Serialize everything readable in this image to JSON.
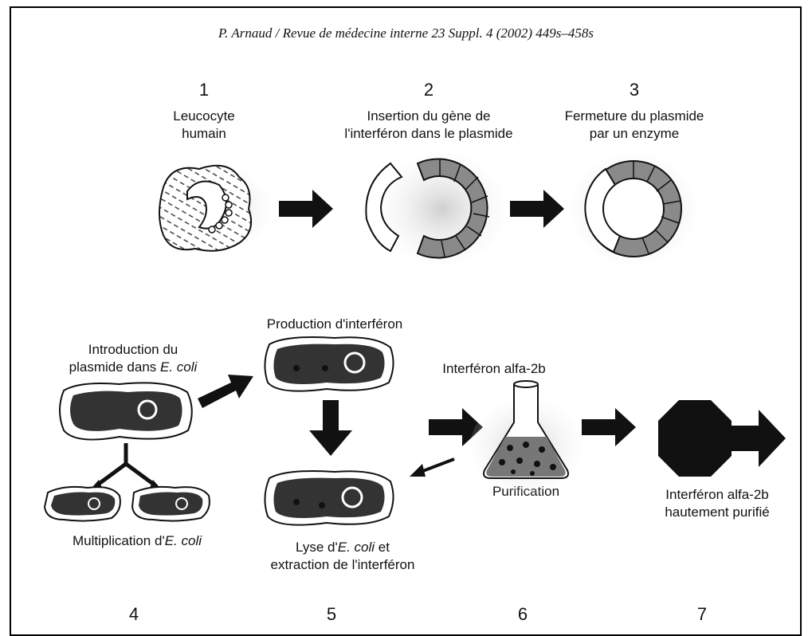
{
  "header": "P. Arnaud / Revue de médecine interne 23 Suppl. 4 (2002) 449s–458s",
  "steps": {
    "s1": {
      "num": "1",
      "line1": "Leucocyte",
      "line2": "humain"
    },
    "s2": {
      "num": "2",
      "line1": "Insertion du gène de",
      "line2": "l'interféron dans le plasmide"
    },
    "s3": {
      "num": "3",
      "line1": "Fermeture du plasmide",
      "line2": "par un enzyme"
    },
    "s4": {
      "num": "4",
      "line1": "Introduction du",
      "line2a": "plasmide dans ",
      "line2b": "E. coli"
    },
    "s4b": {
      "a": "Multiplication d'",
      "b": "E. coli"
    },
    "s5a": {
      "label": "Production d'interféron"
    },
    "s5": {
      "num": "5",
      "a": "Lyse d'",
      "b": "E. coli",
      "c": " et",
      "line2": "extraction de l'interféron"
    },
    "s6": {
      "num": "6",
      "top": "Interféron alfa-2b",
      "bottom": "Purification"
    },
    "s7": {
      "num": "7",
      "line1": "Interféron alfa-2b",
      "line2": "hautement purifié"
    }
  }
}
